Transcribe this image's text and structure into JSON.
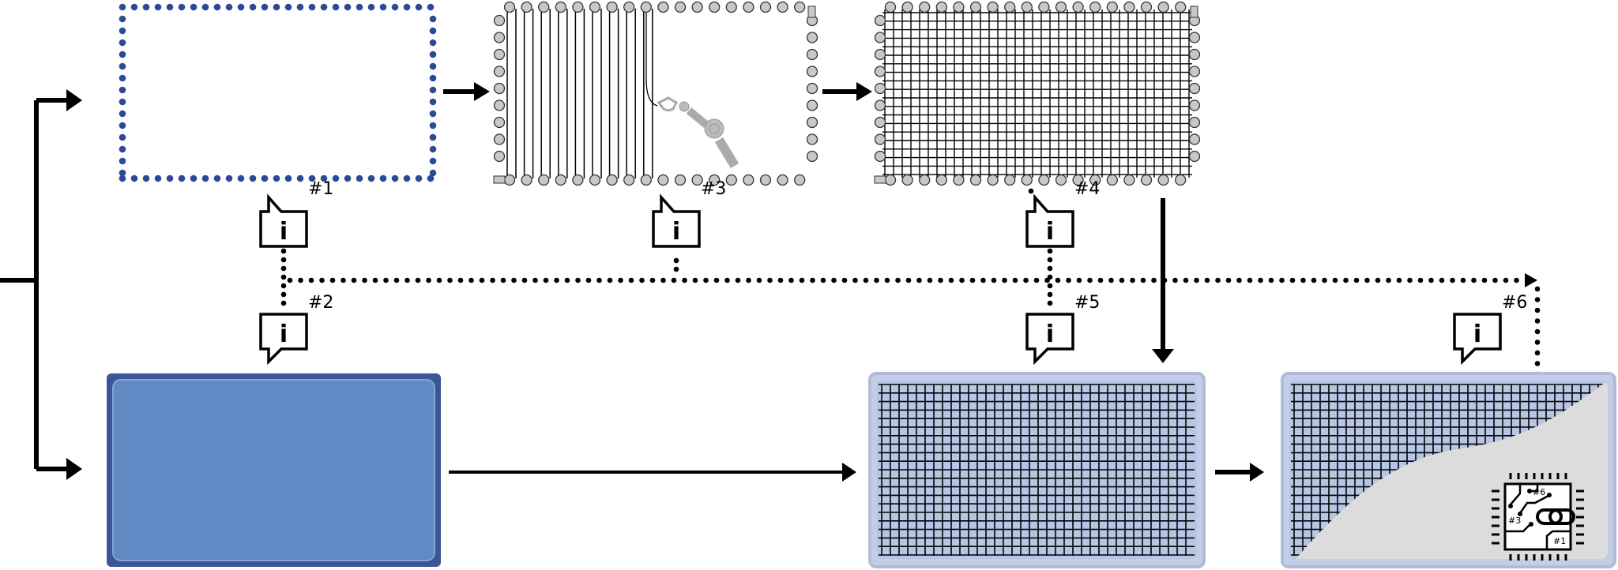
{
  "callouts": [
    {
      "label": "#1",
      "icon": "i"
    },
    {
      "label": "#2",
      "icon": "i"
    },
    {
      "label": "#3",
      "icon": "i"
    },
    {
      "label": "#4",
      "icon": "i"
    },
    {
      "label": "#5",
      "icon": "i"
    },
    {
      "label": "#6",
      "icon": "i"
    }
  ],
  "chip_labels": {
    "top": "#6",
    "left": "#3",
    "bottom": "#1"
  },
  "colors": {
    "blue_fill": "#6189c4",
    "blue_border": "#3b5596",
    "dot_blue": "#2b4a96",
    "grid_bg": "#b8c6e6",
    "grey": "#c8c8c8",
    "film": "#dcdcdc"
  }
}
